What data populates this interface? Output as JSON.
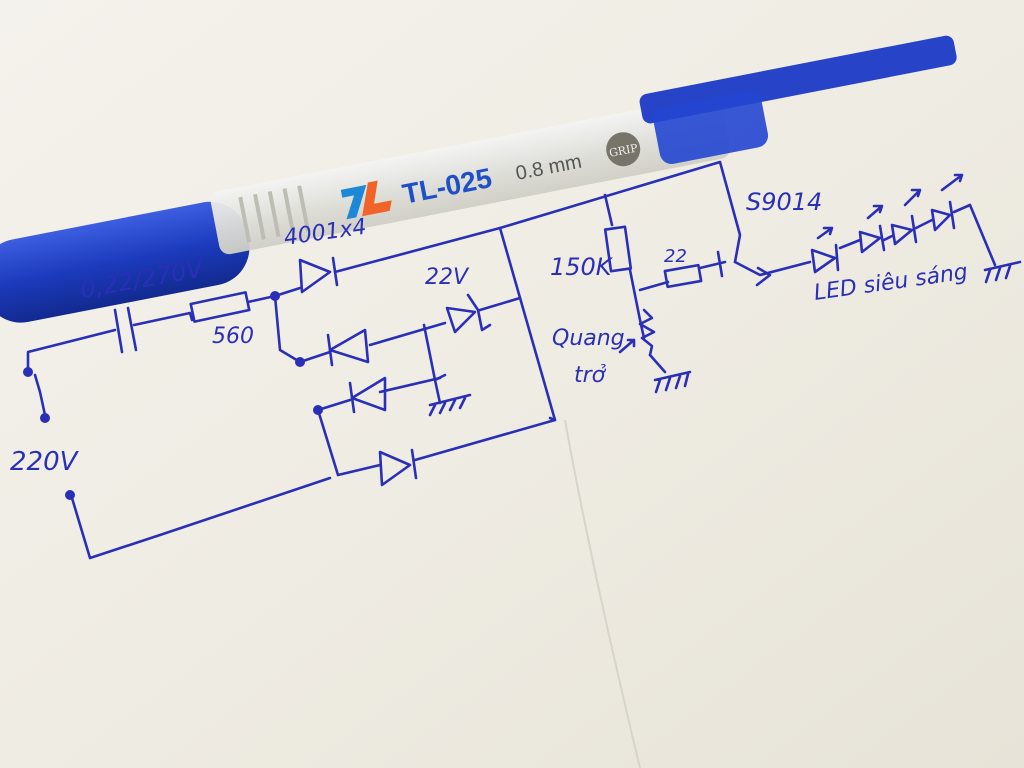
{
  "pen": {
    "model": "TL-025",
    "tip_size": "0.8 mm",
    "grip_badge": "GRIP",
    "colors": {
      "barrel": "#1f3fc0",
      "logo_blue": "#1e88d8",
      "logo_orange": "#f0642a"
    }
  },
  "schematic": {
    "ink_color": "#2a2fb8",
    "labels": {
      "mains_voltage": "220V",
      "capacitor": "0,22/270V",
      "resistor_series": "560",
      "diodes": "4001x4",
      "zener": "22V",
      "bias_resistor": "150K",
      "base_resistor": "22",
      "transistor": "S9014",
      "ldr_line1": "Quang",
      "ldr_line2": "trở",
      "led_string": "LED siêu sáng"
    }
  }
}
